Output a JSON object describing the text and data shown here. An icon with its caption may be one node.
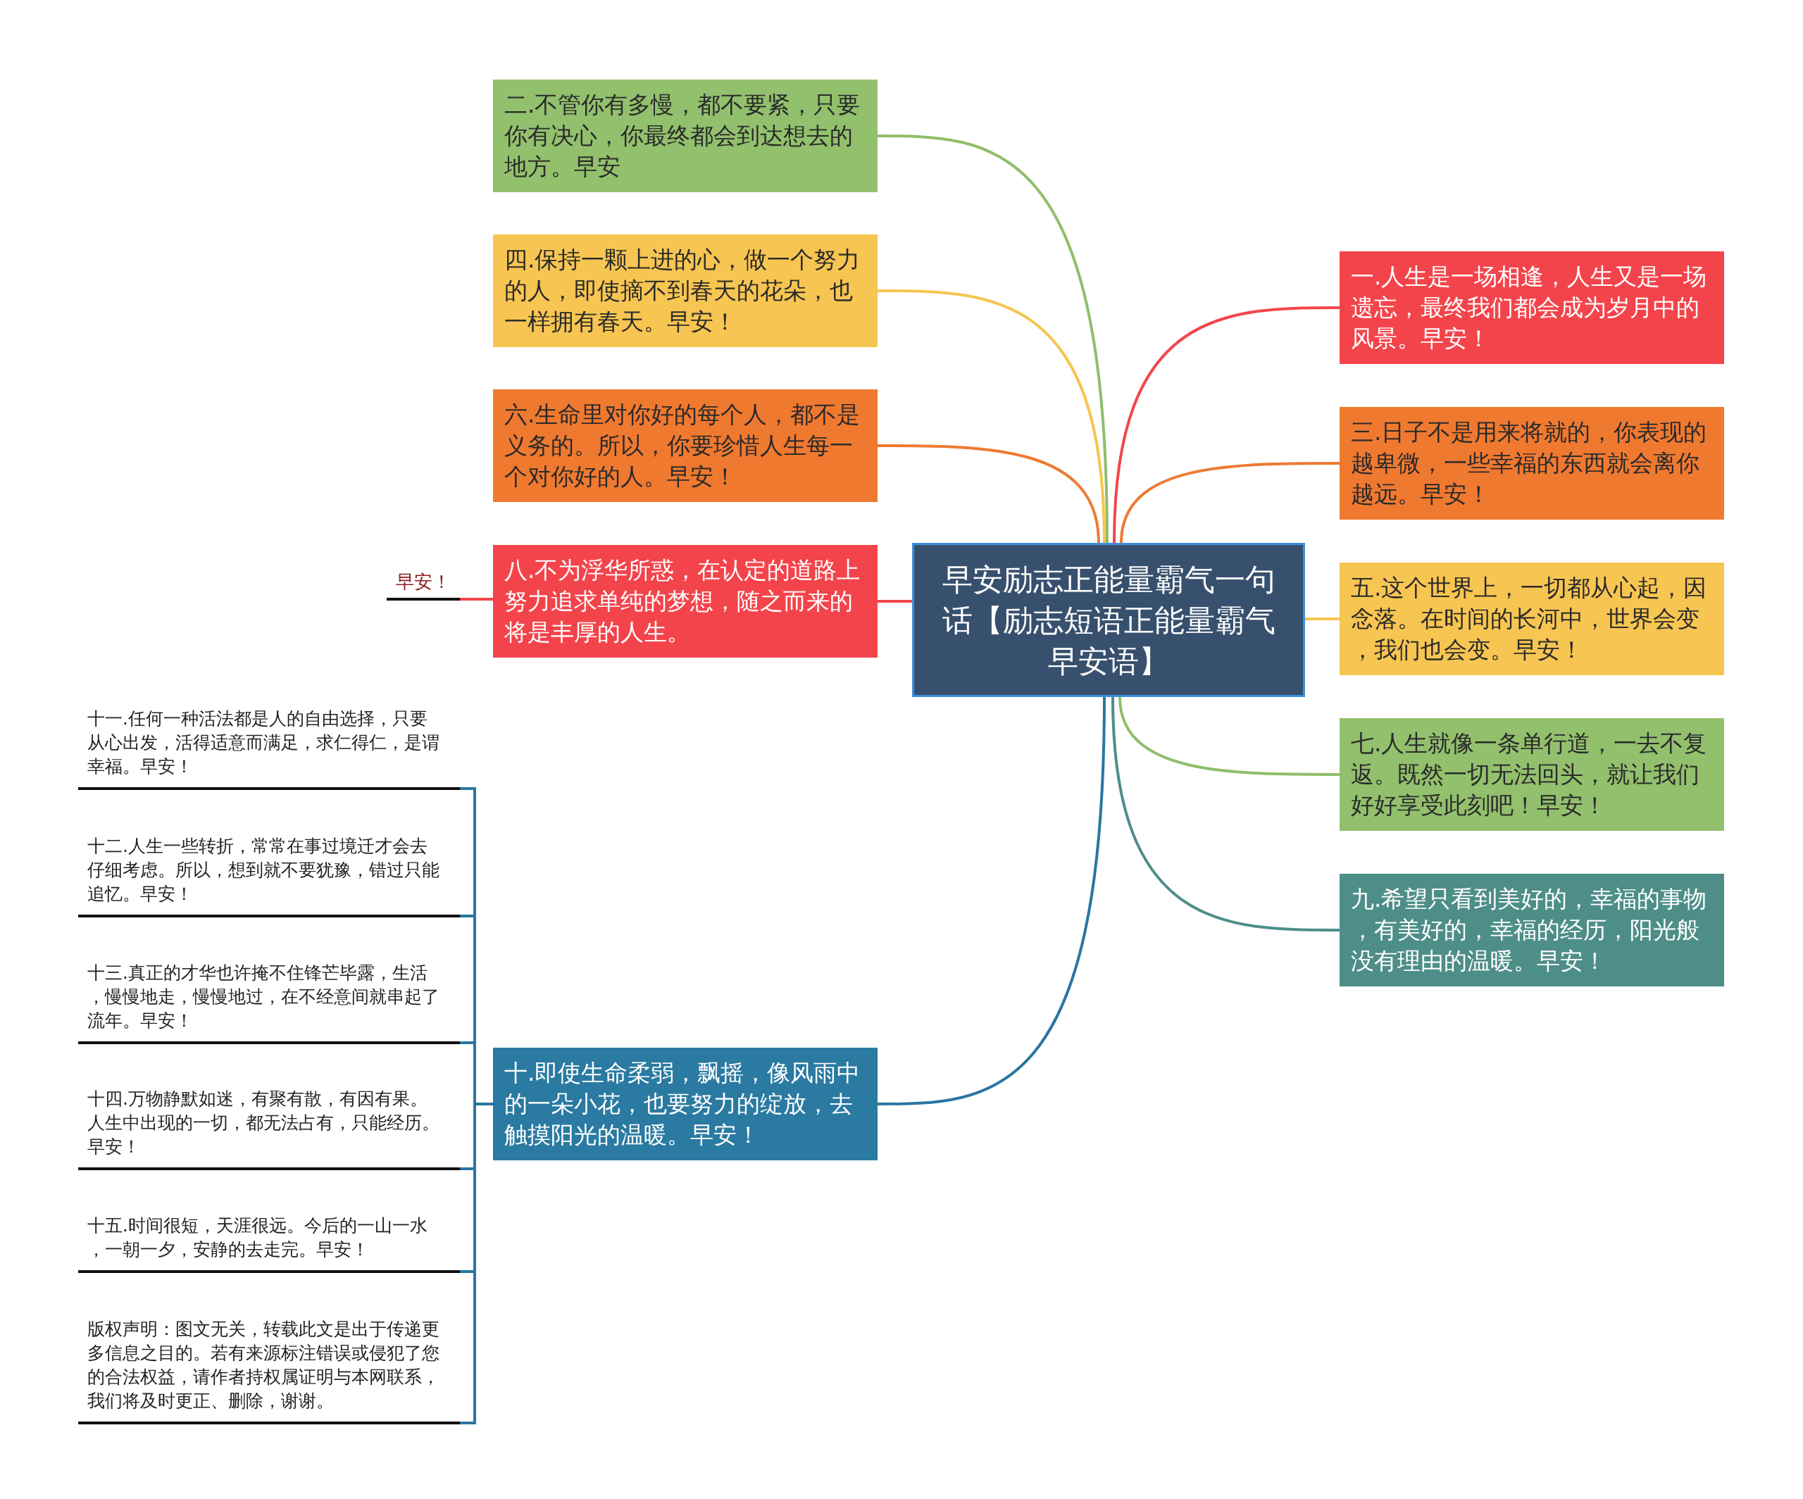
{
  "diagram": {
    "nodes": [
      {
        "text": [
          "早安励志正能量霸气一句话【励志短语正能量霸气早安语】"
        ]
      },
      {
        "text": [
          "一.人生是一场相逢，人生又是一场遗忘，最终我们都会成为岁月中的风景。早安！"
        ]
      },
      {
        "text": [
          "二.不管你有多慢，都不要紧，只要你有决心，你最终都会到达想去的地方。早安"
        ]
      },
      {
        "text": [
          "三.日子不是用来将就的，你表现的越卑微，一些幸福的东西就会离你越远。早安！"
        ]
      },
      {
        "text": [
          "四.保持一颗上进的心，做一个努力的人，即使摘不到春天的花朵，也一样拥有春天。早安！"
        ]
      },
      {
        "text": [
          "五.这个世界上，一切都从心起，因念落。在时间的长河中，世界会变，我们也会变。早安！"
        ]
      },
      {
        "text": [
          "六.生命里对你好的每个人，都不是义务的。所以，你要珍惜人生每一个对你好的人。早安！"
        ]
      },
      {
        "text": [
          "七.人生就像一条单行道，一去不复返。既然一切无法回头，就让我们好好享受此刻吧！早安！"
        ]
      },
      {
        "text": [
          "八.不为浮华所惑，在认定的道路上努力追求单纯的梦想，随之而来的将是丰厚的人生。"
        ]
      },
      {
        "text": [
          "九.希望只看到美好的，幸福的事物，有美好的，幸福的经历，阳光般没有理由的温暖。早安！"
        ]
      },
      {
        "text": [
          "十.即使生命柔弱，飘摇，像风雨中的一朵小花，也要努力的绽放，去触摸阳光的温暖。早安！"
        ]
      },
      {
        "text": [
          "早安！"
        ]
      },
      {
        "text": [
          "十一.任何一种活法都是人的自由选择，只要从心出发，活得适意而满足，求仁得仁，是谓幸福。早安！"
        ]
      },
      {
        "text": [
          "十二.人生一些转折，常常在事过境迁才会去仔细考虑。所以，想到就不要犹豫，错过只能追忆。早安！"
        ]
      },
      {
        "text": [
          "十三.真正的才华也许掩不住锋芒毕露，生活，慢慢地走，慢慢地过，在不经意间就串起了流年。早安！"
        ]
      },
      {
        "text": [
          "十四.万物静默如迷，有聚有散，有因有果。人生中出现的一切，都无法占有，只能经历。早安！"
        ]
      },
      {
        "text": [
          "十五.时间很短，天涯很远。今后的一山一水，一朝一夕，安静的去走完。早安！"
        ]
      },
      {
        "text": [
          "版权声明：图文无关，转载此文是出于传递更多信息之目的。若有来源标注错误或侵犯了您的合法权益，请作者持权属证明与本网联系，我们将及时更正、删除，谢谢。"
        ]
      }
    ],
    "edges": [
      {
        "from": 0,
        "to": 1,
        "arrow": "none",
        "color": "#f2454b"
      },
      {
        "from": 0,
        "to": 2,
        "arrow": "none",
        "color": "#8fbe6b"
      },
      {
        "from": 0,
        "to": 3,
        "arrow": "none",
        "color": "#ee7a33"
      },
      {
        "from": 0,
        "to": 4,
        "arrow": "none",
        "color": "#f5c54f"
      },
      {
        "from": 0,
        "to": 5,
        "arrow": "none",
        "color": "#f5c54f"
      },
      {
        "from": 0,
        "to": 6,
        "arrow": "none",
        "color": "#ee7a33"
      },
      {
        "from": 0,
        "to": 7,
        "arrow": "none",
        "color": "#8fbe6b"
      },
      {
        "from": 0,
        "to": 8,
        "arrow": "none",
        "color": "#f2454b"
      },
      {
        "from": 0,
        "to": 9,
        "arrow": "none",
        "color": "#4d8e89"
      },
      {
        "from": 0,
        "to": 10,
        "arrow": "none",
        "color": "#2a76a0"
      },
      {
        "from": 8,
        "to": 11,
        "arrow": "none",
        "color": "#f2454b"
      },
      {
        "from": 10,
        "to": 12,
        "arrow": "none",
        "color": "#2a76a0"
      },
      {
        "from": 10,
        "to": 13,
        "arrow": "none",
        "color": "#2a76a0"
      },
      {
        "from": 10,
        "to": 14,
        "arrow": "none",
        "color": "#2a76a0"
      },
      {
        "from": 10,
        "to": 15,
        "arrow": "none",
        "color": "#2a76a0"
      },
      {
        "from": 10,
        "to": 16,
        "arrow": "none",
        "color": "#2a76a0"
      },
      {
        "from": 10,
        "to": 17,
        "arrow": "none",
        "color": "#2a76a0"
      }
    ]
  }
}
